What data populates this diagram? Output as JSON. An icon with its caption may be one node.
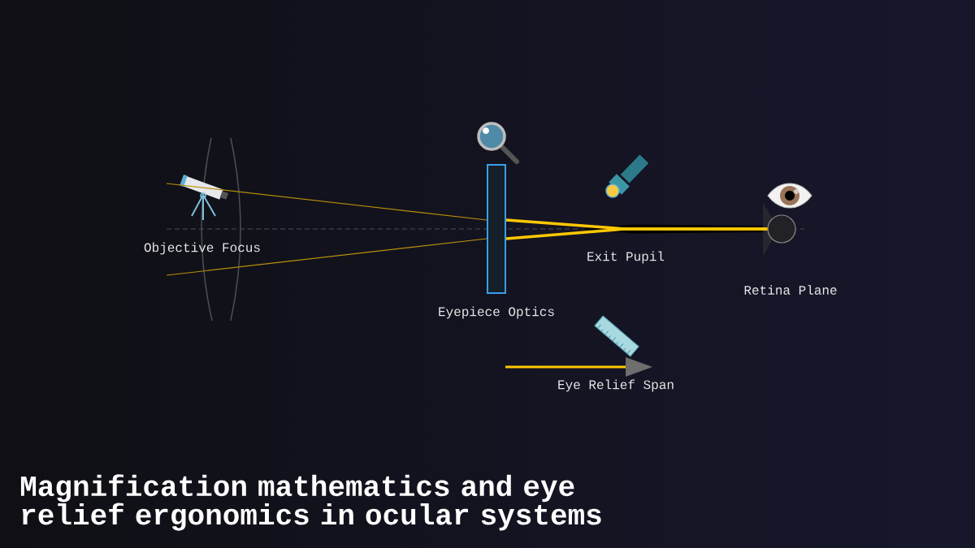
{
  "diagram": {
    "title": "Magnification mathematics and eye relief ergonomics in ocular systems",
    "nodes": [
      {
        "text": [],
        "shape": "box",
        "beside": [
          "Eyepiece Optics"
        ]
      },
      {
        "text": [],
        "shape": "circle",
        "beside": [
          "Retina Plane"
        ]
      }
    ],
    "edges": [
      {
        "from": null,
        "to": 0,
        "arrow": "none",
        "color": "#b8900a"
      },
      {
        "from": null,
        "to": 0,
        "arrow": "none",
        "color": "#b8900a"
      },
      {
        "from": 0,
        "to": 1,
        "arrow": "none",
        "style": "thick"
      },
      {
        "from": 0,
        "to": 1,
        "arrow": "none",
        "style": "thick"
      }
    ],
    "labels": [
      "Objective Focus",
      "Exit Pupil",
      "Eye Relief Span"
    ]
  }
}
